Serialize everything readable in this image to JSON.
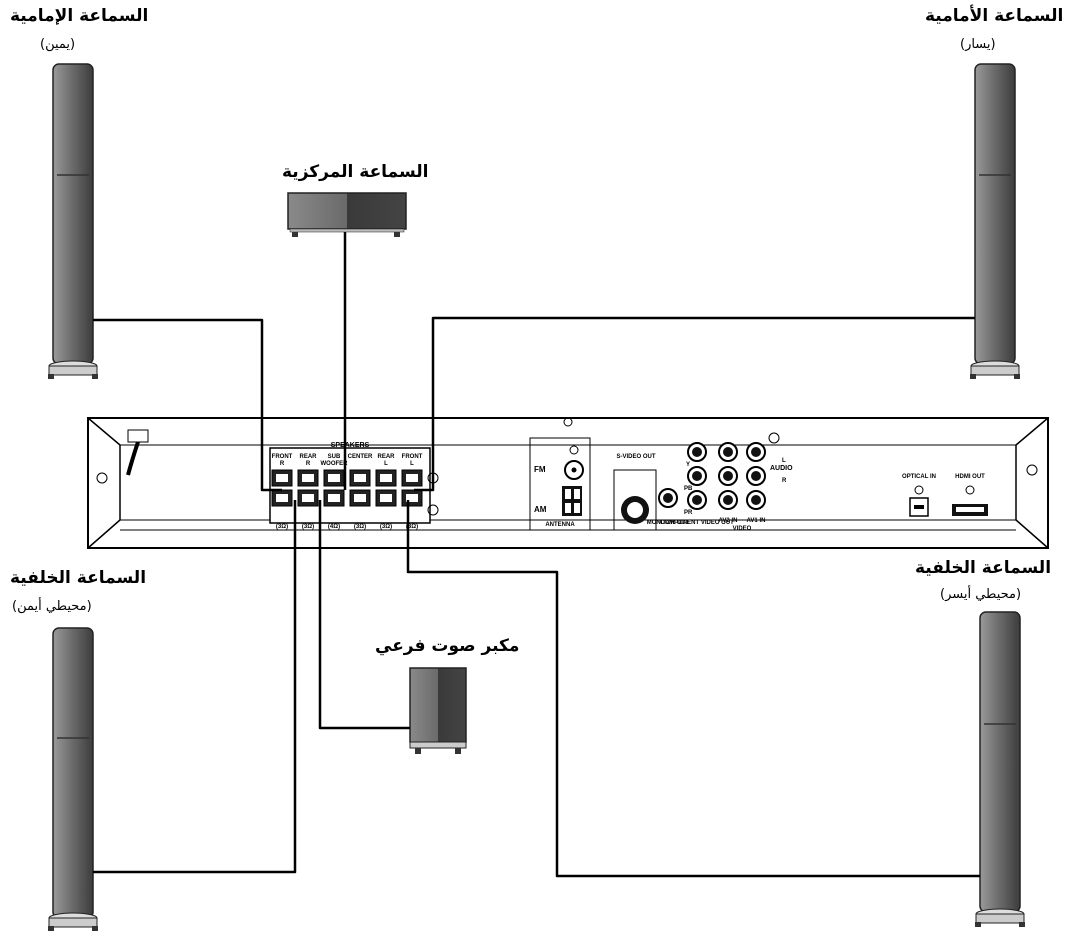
{
  "speakers": {
    "front_right": {
      "name": "السماعة الإمامية",
      "side": "(يمين)"
    },
    "front_left": {
      "name": "السماعة الأمامية",
      "side": "(يسار)"
    },
    "center": {
      "name": "السماعة المركزية"
    },
    "rear_right": {
      "name": "السماعة الخلفية",
      "side": "(محيطي أيمن)"
    },
    "rear_left": {
      "name": "السماعة الخلفية",
      "side": "(محيطي أيسر)"
    },
    "subwoofer": {
      "name": "مكبر صوت فرعي"
    }
  },
  "receiver": {
    "speakers_header": "SPEAKERS",
    "terminals": [
      {
        "top": "FRONT",
        "bottom": "R",
        "ohm": "(3Ω)"
      },
      {
        "top": "REAR",
        "bottom": "R",
        "ohm": "(3Ω)"
      },
      {
        "top": "SUB",
        "bottom": "WOOFER",
        "ohm": "(4Ω)"
      },
      {
        "top": "CENTER",
        "bottom": "",
        "ohm": "(3Ω)"
      },
      {
        "top": "REAR",
        "bottom": "L",
        "ohm": "(3Ω)"
      },
      {
        "top": "FRONT",
        "bottom": "L",
        "ohm": "(3Ω)"
      }
    ],
    "antenna": {
      "fm": "FM",
      "am": "AM",
      "label": "ANTENNA"
    },
    "svideo_out": "S-VIDEO OUT",
    "monitor_out": "MONITOR OUT",
    "component_video_out": "COMPONENT VIDEO OUT",
    "component_pins": [
      "Y",
      "PB",
      "PR"
    ],
    "av2_in": "AV2 IN",
    "av1_in": "AV1 IN",
    "video_group": "VIDEO",
    "audio": "AUDIO",
    "audio_l": "L",
    "audio_r": "R",
    "optical_in": "OPTICAL IN",
    "hdmi_out": "HDMI OUT"
  }
}
